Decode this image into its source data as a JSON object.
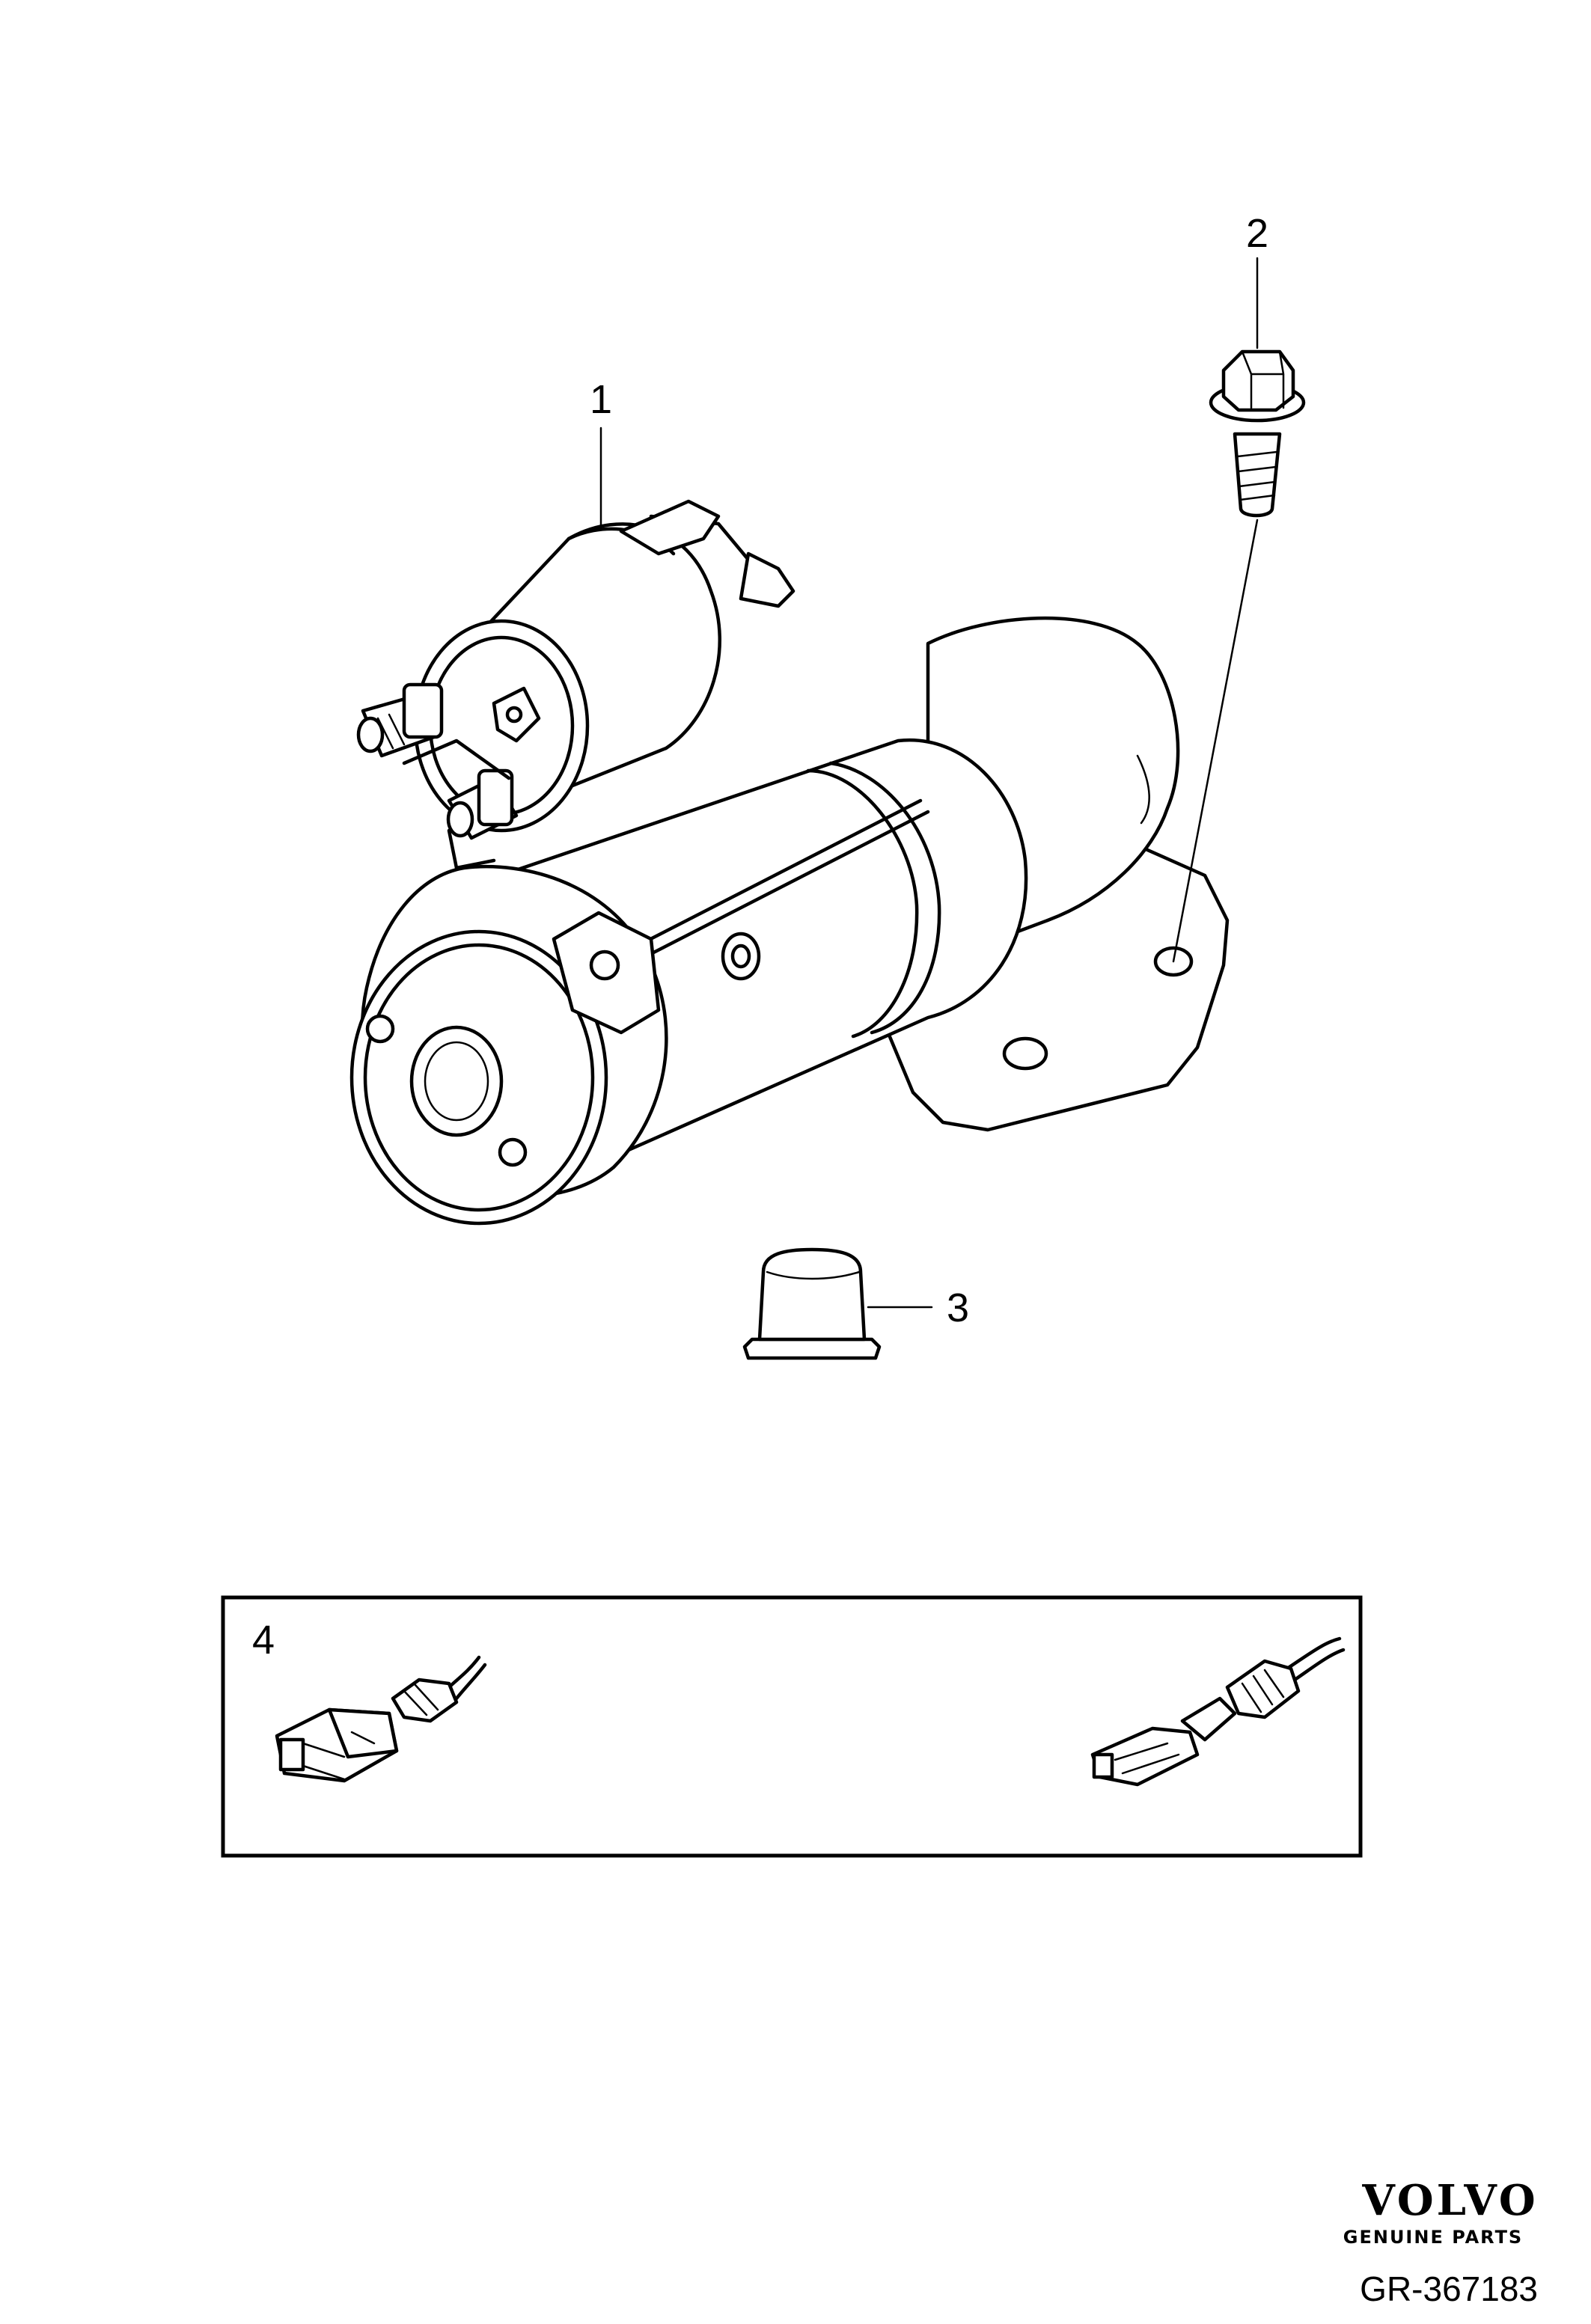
{
  "callouts": [
    "1",
    "2",
    "3",
    "4"
  ],
  "logo": {
    "brand": "VOLVO",
    "tagline": "GENUINE PARTS"
  },
  "reference_code": "GR-367183"
}
